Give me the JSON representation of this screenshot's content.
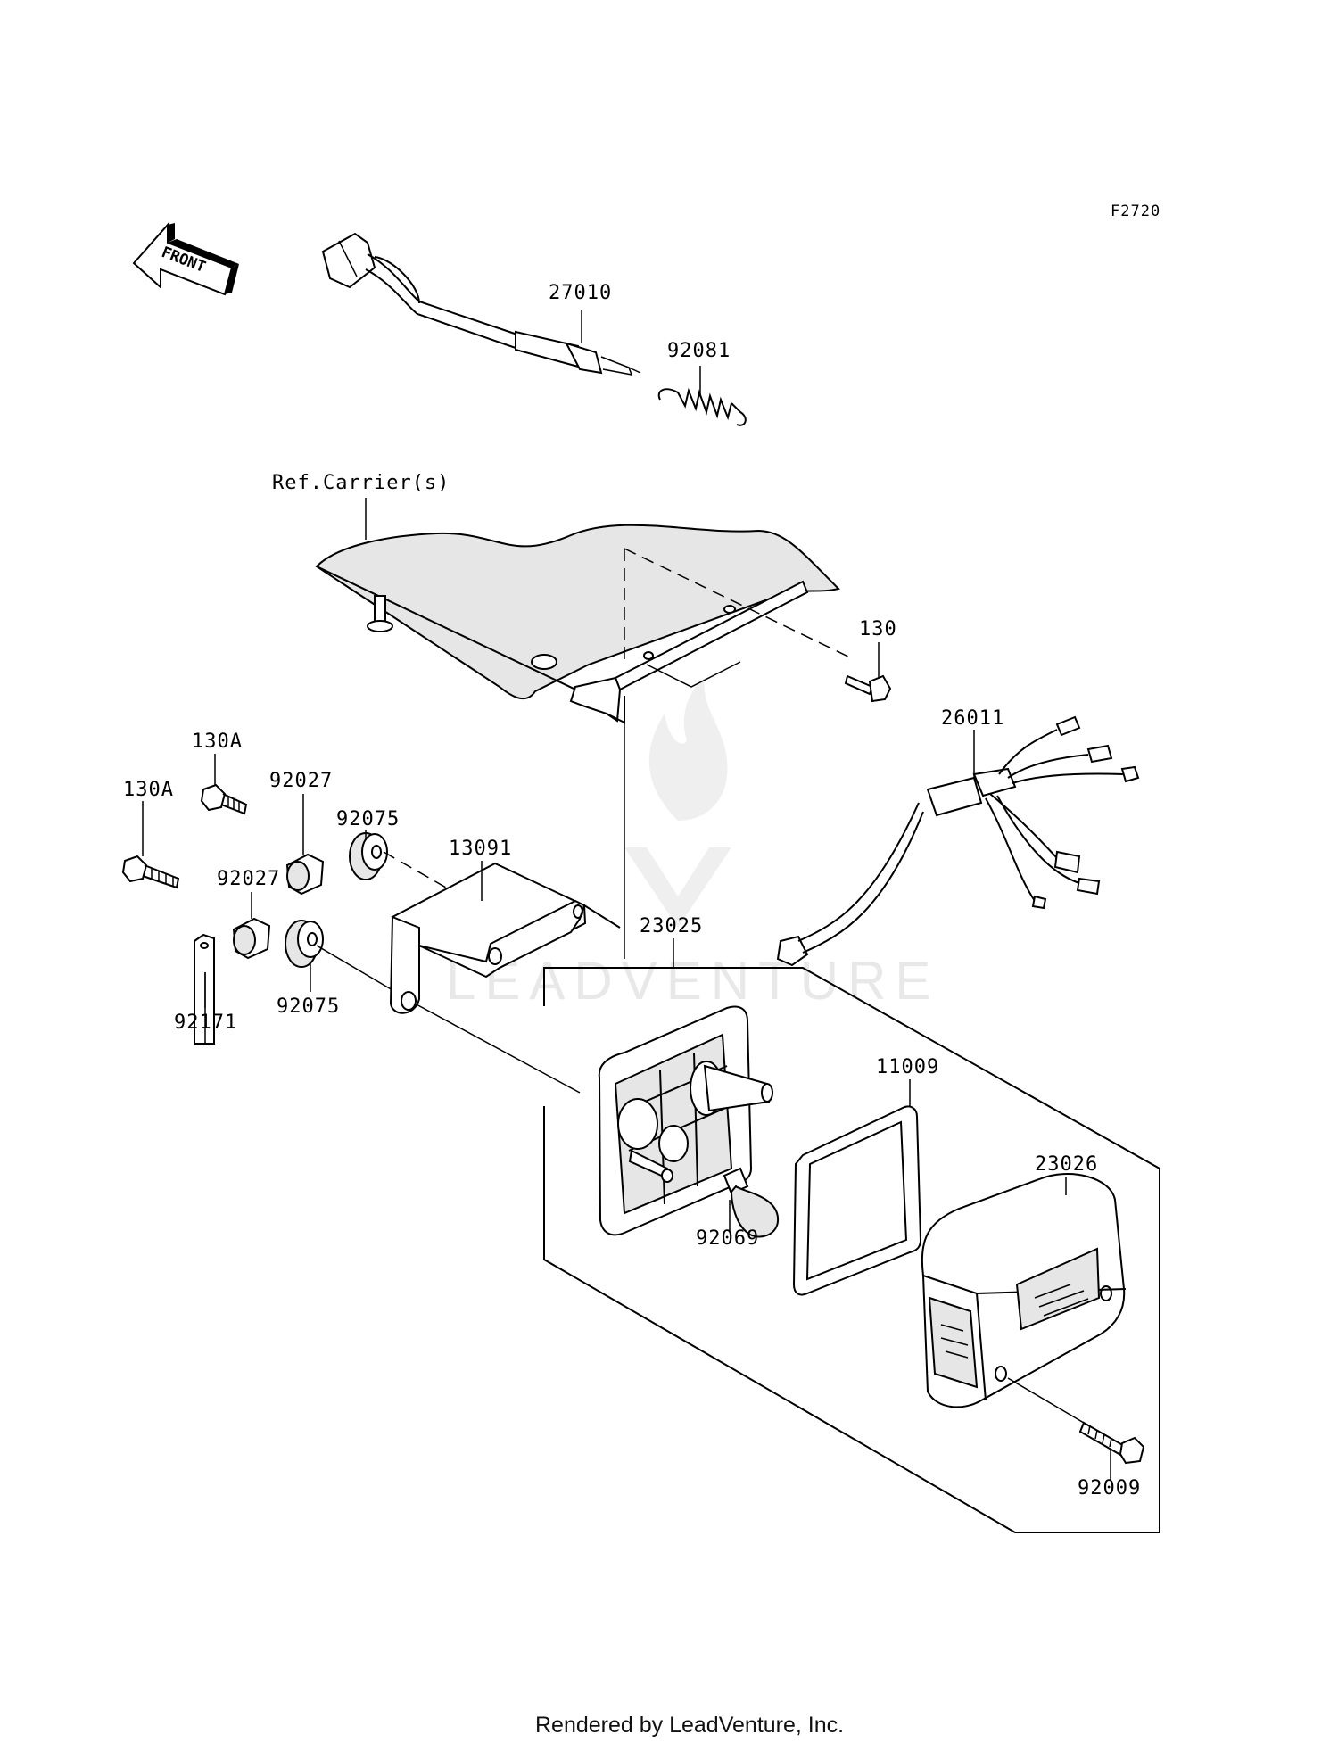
{
  "diagram_code": "F2720",
  "front_label": "FRONT",
  "reference_label": "Ref.Carrier(s)",
  "watermark": "LEADVENTURE",
  "footer": "Rendered by LeadVenture, Inc.",
  "callouts": {
    "p27010": "27010",
    "p92081": "92081",
    "p130": "130",
    "p26011": "26011",
    "p130A_top": "130A",
    "p130A_left": "130A",
    "p92027_top": "92027",
    "p92027_mid": "92027",
    "p92075_top": "92075",
    "p92075_bot": "92075",
    "p13091": "13091",
    "p92171": "92171",
    "p23025": "23025",
    "p11009": "11009",
    "p23026": "23026",
    "p92069": "92069",
    "p92009": "92009"
  }
}
